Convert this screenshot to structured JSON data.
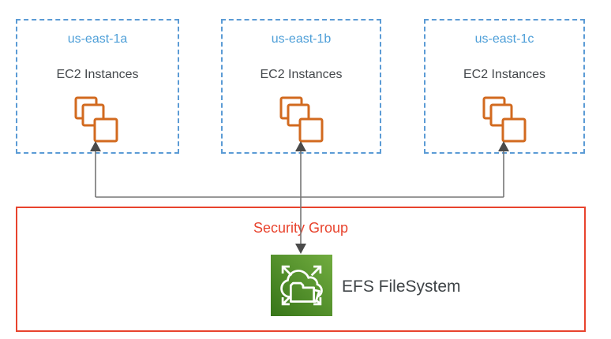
{
  "zones": [
    {
      "label": "us-east-1a",
      "service": "EC2 Instances"
    },
    {
      "label": "us-east-1b",
      "service": "EC2 Instances"
    },
    {
      "label": "us-east-1c",
      "service": "EC2 Instances"
    }
  ],
  "security_group": {
    "label": "Security Group",
    "efs_label": "EFS FileSystem"
  },
  "icons": {
    "ec2": "stacked-instance-squares-icon",
    "efs": "efs-cloud-folder-expand-icon"
  },
  "colors": {
    "az_border": "#5B9BD5",
    "az_label_text": "#4E9FD8",
    "service_text": "#44484C",
    "ec2_orange": "#D26A1F",
    "connector_gray": "#767676",
    "arrowhead_gray": "#4A4A4A",
    "security_group_red": "#E8432D",
    "efs_green_light": "#71AC3F",
    "efs_green_dark": "#377519",
    "efs_label_text": "#3F4447"
  }
}
